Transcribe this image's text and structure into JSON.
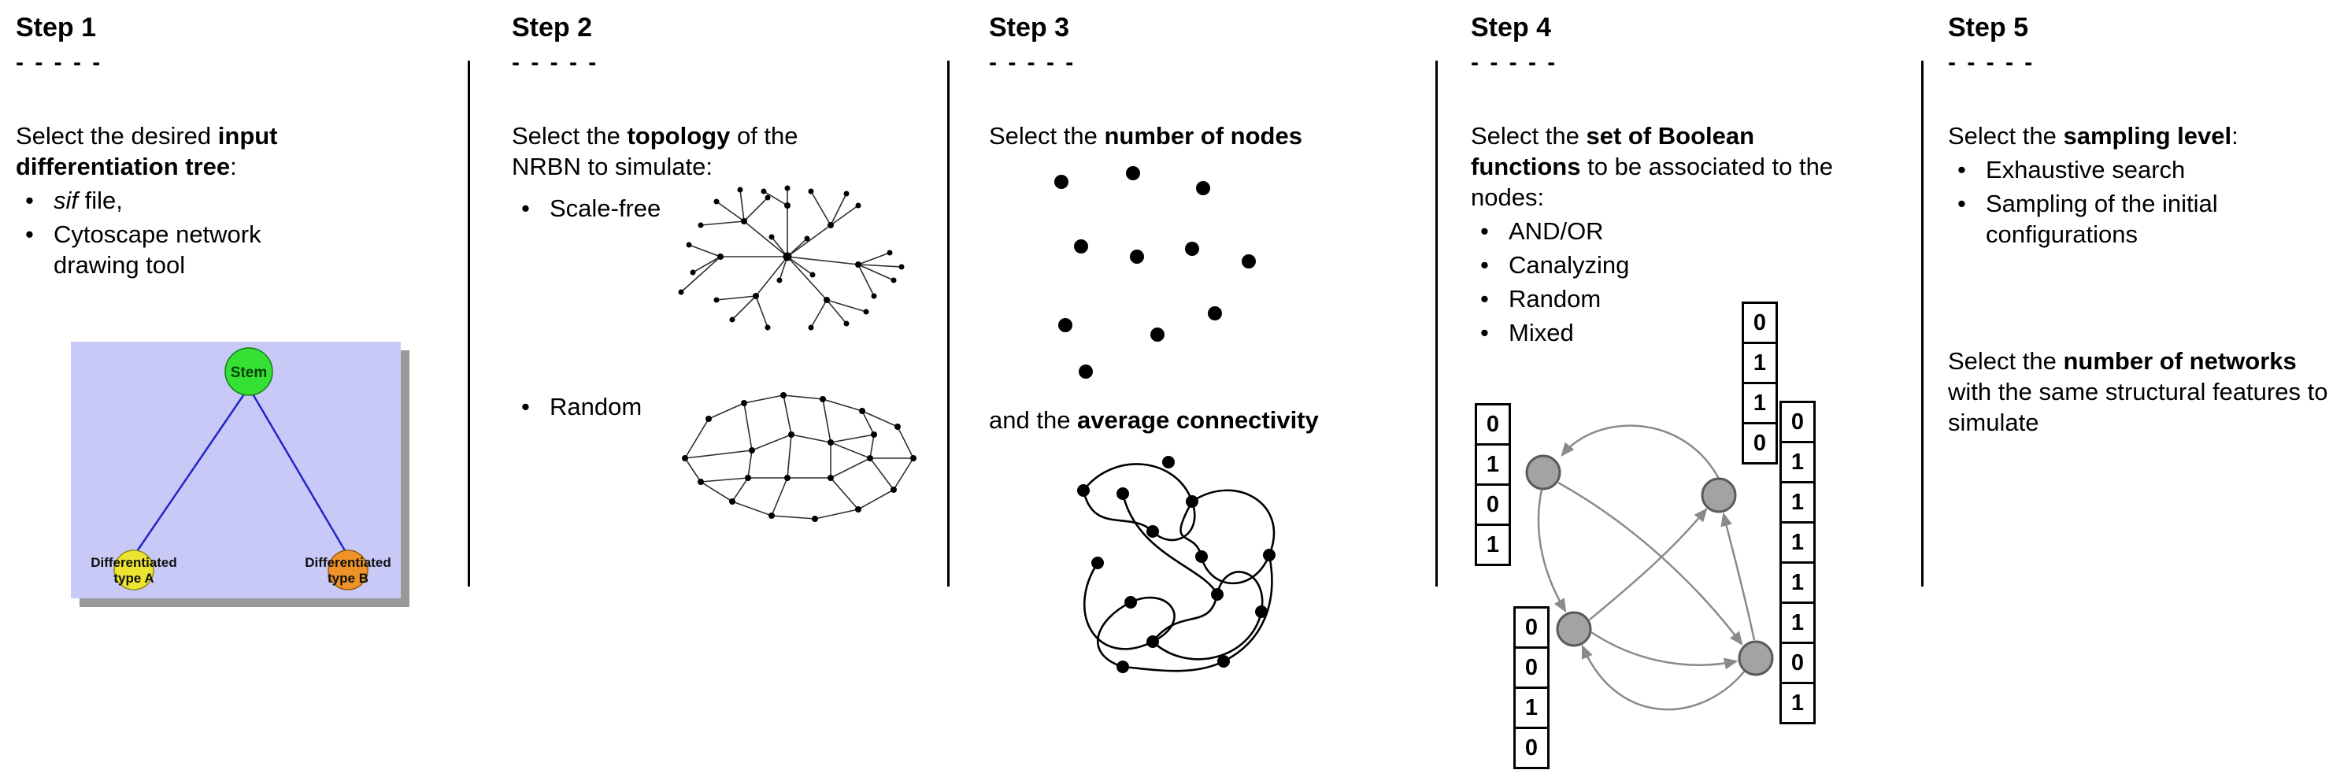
{
  "bullet_char": "•",
  "step1": {
    "title": "Step 1",
    "dashes": "- - - - -",
    "intro_pre": "Select the desired ",
    "intro_bold": "input differentiation tree",
    "intro_post": ":",
    "bullet1_italic": "sif",
    "bullet1_rest": " file,",
    "bullet2": "Cytoscape network drawing tool",
    "tree": {
      "stem_label": "Stem",
      "type_a_line1": "Differentiated",
      "type_a_line2": "type A",
      "type_b_line1": "Differentiated",
      "type_b_line2": "type B",
      "colors": {
        "background": "#c9c9f8",
        "shadow": "#999999",
        "stem": "#35e135",
        "type_a": "#ece430",
        "type_b": "#ef9227",
        "edge": "#2323c8"
      }
    }
  },
  "step2": {
    "title": "Step 2",
    "dashes": "- - - - -",
    "intro_pre": "Select the ",
    "intro_bold": "topology",
    "intro_post": " of the NRBN to simulate:",
    "bullet1": "Scale-free",
    "bullet2": "Random"
  },
  "step3": {
    "title": "Step 3",
    "dashes": "- - - - -",
    "line1_pre": "Select the ",
    "line1_bold": "number of nodes",
    "line2_pre": "and the ",
    "line2_bold": "average connectivity"
  },
  "step4": {
    "title": "Step 4",
    "dashes": "- - - - -",
    "intro_pre": "Select the ",
    "intro_bold": "set of Boolean functions",
    "intro_post": " to be associated to the nodes:",
    "bullets": [
      "AND/OR",
      "Canalyzing",
      "Random",
      "Mixed"
    ],
    "tables": {
      "left": [
        "0",
        "1",
        "0",
        "1"
      ],
      "top": [
        "0",
        "1",
        "1",
        "0"
      ],
      "bottom": [
        "0",
        "0",
        "1",
        "0"
      ],
      "right": [
        "0",
        "1",
        "1",
        "1",
        "1",
        "1",
        "0",
        "1"
      ]
    }
  },
  "step5": {
    "title": "Step 5",
    "dashes": "- - - - -",
    "intro_pre": "Select the ",
    "intro_bold": "sampling level",
    "intro_post": ":",
    "bullet1": "Exhaustive search",
    "bullet2": "Sampling of the initial configurations",
    "para2_pre": "Select the ",
    "para2_bold": "number of networks",
    "para2_post": " with the same structural features to simulate"
  }
}
